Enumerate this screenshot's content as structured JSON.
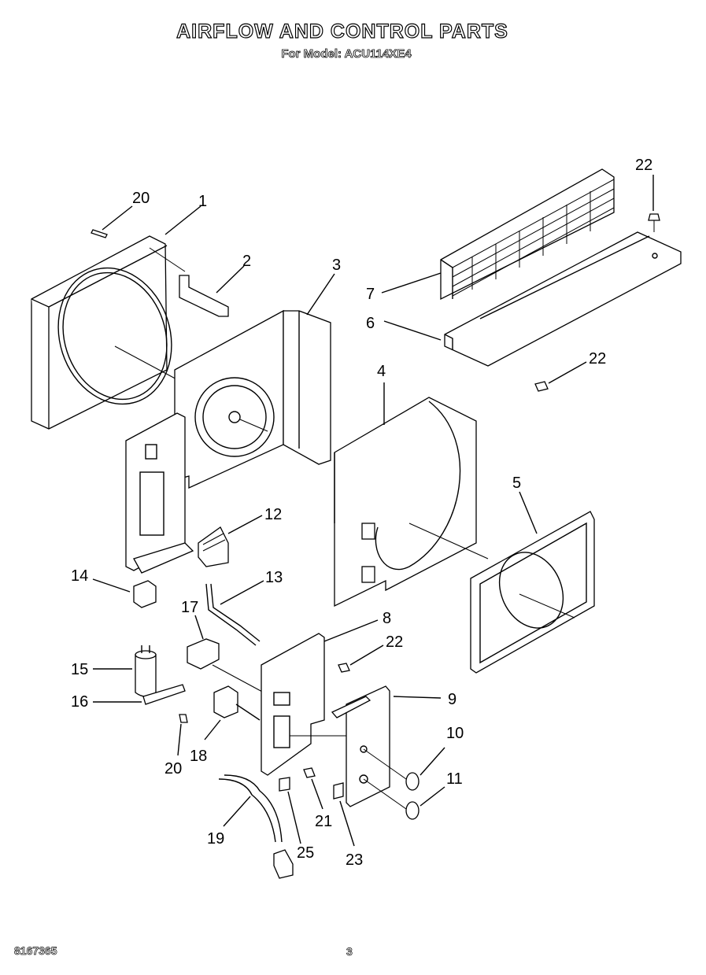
{
  "header": {
    "title": "AIRFLOW AND CONTROL PARTS",
    "subtitle": "For Model: ACU114XE4"
  },
  "footer": {
    "doc_number": "8167365",
    "page_number": "3"
  },
  "callouts": [
    "1",
    "2",
    "3",
    "4",
    "5",
    "6",
    "7",
    "8",
    "9",
    "10",
    "11",
    "12",
    "13",
    "14",
    "15",
    "16",
    "17",
    "18",
    "19",
    "20",
    "20",
    "21",
    "22",
    "22",
    "22",
    "23",
    "25"
  ]
}
